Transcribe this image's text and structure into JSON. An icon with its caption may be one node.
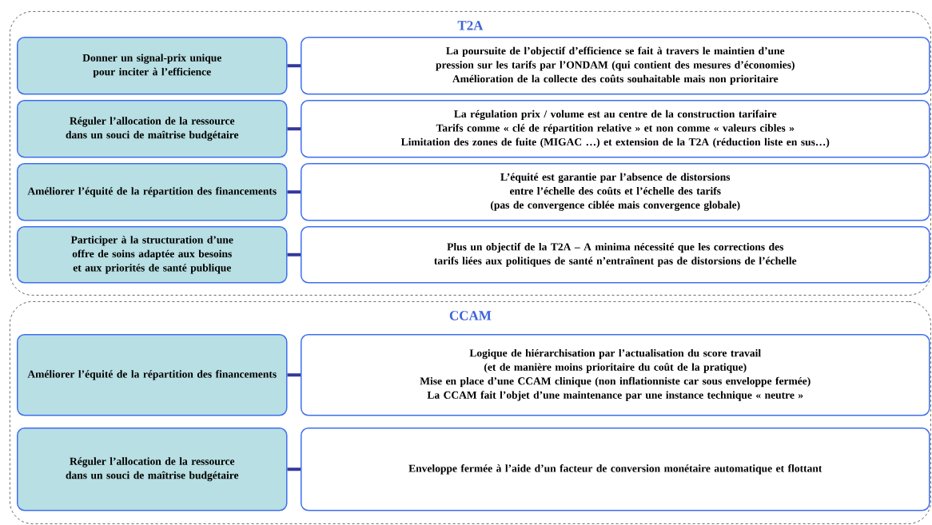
{
  "diagram": {
    "nodes": [
      {
        "text": [
          "T2A"
        ]
      },
      {
        "text": [
          "Donner un signal-prix unique pour inciter à l’efficience"
        ],
        "in": 0
      },
      {
        "text": [
          "La poursuite de l’objectif d’efficience se fait à travers le maintien d’une pression sur les tarifs par l’ONDAM (qui contient des mesures d’économies)",
          "Amélioration de la collecte des coûts souhaitable mais non prioritaire"
        ],
        "in": 0
      },
      {
        "text": [
          "Réguler l’allocation de la ressource dans un souci de maîtrise budgétaire"
        ],
        "in": 0
      },
      {
        "text": [
          "La régulation prix / volume est au centre de la construction tarifaire",
          "Tarifs comme « clé de répartition relative » et non comme « valeurs cibles »",
          "Limitation des zones de fuite (MIGAC …) et extension de la T2A (réduction liste en sus…)"
        ],
        "in": 0
      },
      {
        "text": [
          "Améliorer l’équité de la répartition des financements"
        ],
        "in": 0
      },
      {
        "text": [
          "L’équité est garantie par l’absence de distorsions entre l’échelle des coûts et l’échelle des tarifs",
          "(pas de convergence ciblée mais convergence globale)"
        ],
        "in": 0
      },
      {
        "text": [
          "Participer à la structuration d’une offre de soins adaptée aux besoins et aux priorités de santé publique"
        ],
        "in": 0
      },
      {
        "text": [
          "Plus un objectif de la T2A – A minima nécessité que les corrections des tarifs liées aux politiques de santé n’entraînent pas de distorsions de l’échelle"
        ],
        "in": 0
      },
      {
        "text": [
          "CCAM"
        ]
      },
      {
        "text": [
          "Améliorer l’équité de la répartition des financements"
        ],
        "in": 9
      },
      {
        "text": [
          "Logique de hiérarchisation par l’actualisation du score travail (et de manière moins prioritaire du coût de la pratique)",
          "Mise en place d’une CCAM clinique (non inflationniste car sous enveloppe fermée)",
          "La CCAM fait l’objet d’une maintenance par une instance technique « neutre »"
        ],
        "in": 9
      },
      {
        "text": [
          "Réguler l’allocation de la ressource dans un souci de maîtrise budgétaire"
        ],
        "in": 9
      },
      {
        "text": [
          "Enveloppe fermée à l’aide d’un facteur de conversion monétaire automatique et flottant"
        ],
        "in": 9
      }
    ],
    "edges": [
      {
        "from": 1,
        "to": 2,
        "arrow": "none"
      },
      {
        "from": 3,
        "to": 4,
        "arrow": "none"
      },
      {
        "from": 5,
        "to": 6,
        "arrow": "none"
      },
      {
        "from": 7,
        "to": 8,
        "arrow": "none"
      },
      {
        "from": 10,
        "to": 11,
        "arrow": "none"
      },
      {
        "from": 12,
        "to": 13,
        "arrow": "none"
      }
    ]
  }
}
